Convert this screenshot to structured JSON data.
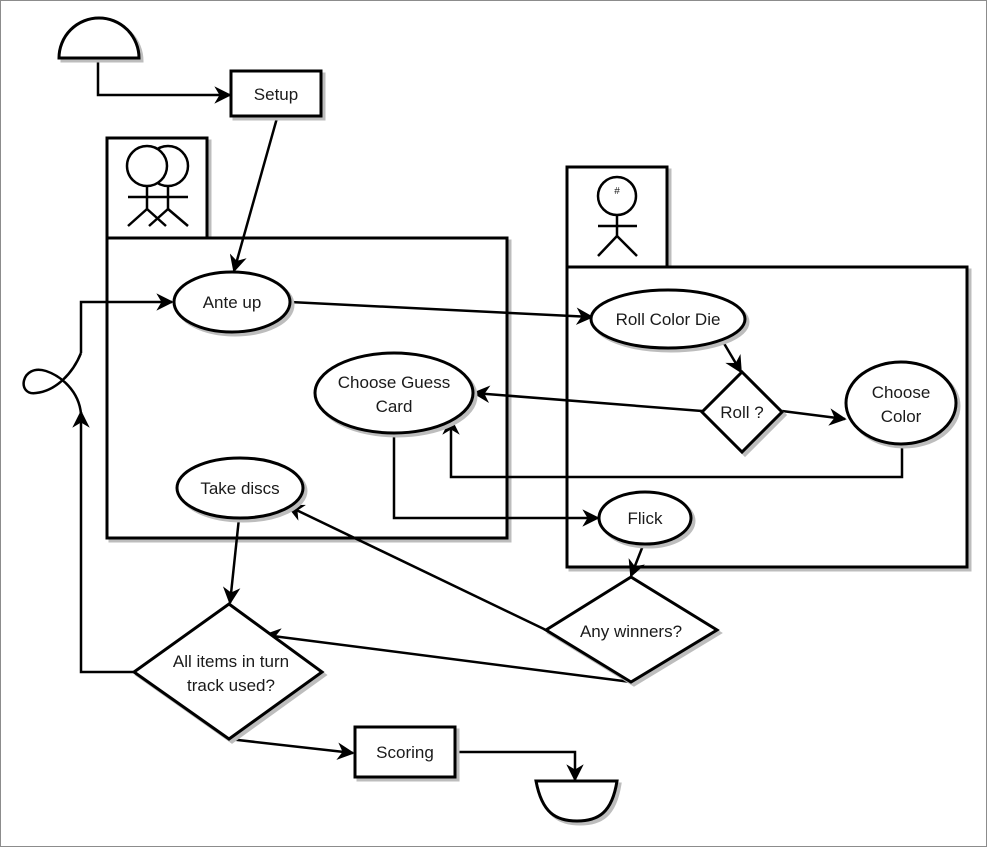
{
  "diagram": {
    "type": "flowchart-swimlane",
    "nodes": {
      "start": {
        "label": "",
        "kind": "start-terminator"
      },
      "setup": {
        "label": "Setup",
        "kind": "process-rect"
      },
      "ante_up": {
        "label": "Ante up",
        "kind": "ellipse"
      },
      "choose_guess_card": {
        "lines": [
          "Choose Guess",
          "Card"
        ],
        "kind": "ellipse"
      },
      "take_discs": {
        "label": "Take discs",
        "kind": "ellipse"
      },
      "roll_color_die": {
        "label": "Roll Color Die",
        "kind": "ellipse"
      },
      "roll_decision": {
        "label": "Roll ?",
        "kind": "decision"
      },
      "choose_color": {
        "lines": [
          "Choose",
          "Color"
        ],
        "kind": "ellipse"
      },
      "flick": {
        "label": "Flick",
        "kind": "ellipse"
      },
      "any_winners": {
        "label": "Any winners?",
        "kind": "decision"
      },
      "all_items_used": {
        "lines": [
          "All items in turn",
          "track used?"
        ],
        "kind": "decision"
      },
      "scoring": {
        "label": "Scoring",
        "kind": "process-rect"
      },
      "end": {
        "label": "",
        "kind": "end-terminator"
      }
    },
    "lanes": [
      {
        "name": "all-players-lane",
        "actor_icon": "two-players-icon",
        "label": ""
      },
      {
        "name": "active-player-lane",
        "actor_icon": "single-player-icon",
        "label": "#"
      }
    ],
    "edges": [
      {
        "from": "start",
        "to": "setup"
      },
      {
        "from": "setup",
        "to": "ante_up"
      },
      {
        "from": "ante_up",
        "to": "roll_color_die"
      },
      {
        "from": "roll_color_die",
        "to": "roll_decision"
      },
      {
        "from": "roll_decision",
        "to": "choose_guess_card"
      },
      {
        "from": "roll_decision",
        "to": "choose_color"
      },
      {
        "from": "choose_color",
        "to": "choose_guess_card"
      },
      {
        "from": "choose_guess_card",
        "to": "flick"
      },
      {
        "from": "flick",
        "to": "any_winners"
      },
      {
        "from": "any_winners",
        "to": "take_discs"
      },
      {
        "from": "any_winners",
        "to": "all_items_used"
      },
      {
        "from": "take_discs",
        "to": "all_items_used"
      },
      {
        "from": "all_items_used",
        "to": "ante_up",
        "via": "loop"
      },
      {
        "from": "all_items_used",
        "to": "scoring"
      },
      {
        "from": "scoring",
        "to": "end"
      }
    ]
  }
}
